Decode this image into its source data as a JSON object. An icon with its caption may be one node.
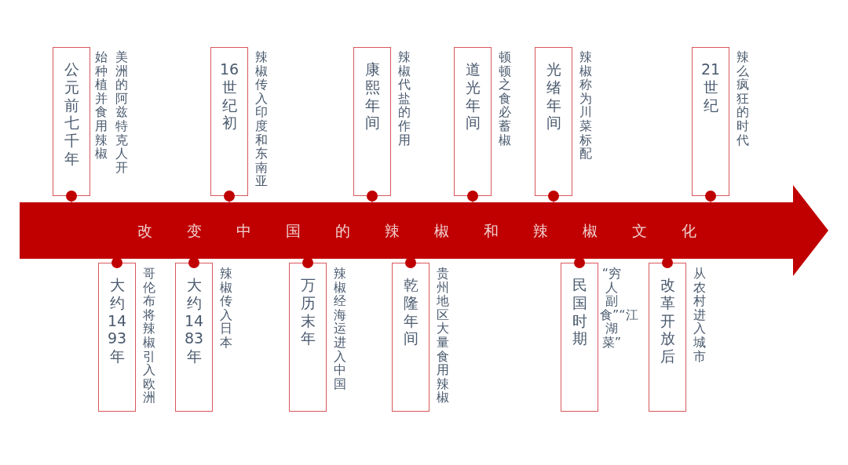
{
  "diagram": {
    "nodes": [
      {
        "text": [
          "改变中国的辣椒和辣椒文化"
        ]
      },
      {
        "text": [
          "公元前七千年"
        ],
        "beside": [
          "美洲的阿兹特克人开始种植并食用辣椒"
        ]
      },
      {
        "text": [
          "大约1493年"
        ],
        "beside": [
          "哥伦布将辣椒引入欧洲"
        ]
      },
      {
        "text": [
          "大约1483年"
        ],
        "beside": [
          "辣椒传入日本"
        ]
      },
      {
        "text": [
          "16 世纪初"
        ],
        "beside": [
          "辣椒传入印度和东南亚"
        ]
      },
      {
        "text": [
          "万历末年"
        ],
        "beside": [
          "辣椒经海运进入中国"
        ]
      },
      {
        "text": [
          "康熙年间"
        ],
        "beside": [
          "辣椒代盐的作用"
        ]
      },
      {
        "text": [
          "乾隆年间"
        ],
        "beside": [
          "贵州地区大量食用辣椒"
        ]
      },
      {
        "text": [
          "道光年间"
        ],
        "beside": [
          "顿顿之食必蓄椒"
        ]
      },
      {
        "text": [
          "光绪年间"
        ],
        "beside": [
          "辣椒称为川菜标配"
        ]
      },
      {
        "text": [
          "民国时期"
        ],
        "beside": [
          "“穷人副食”“江湖菜”"
        ]
      },
      {
        "text": [
          "改革开放后"
        ],
        "beside": [
          "从农村进入城市"
        ]
      },
      {
        "text": [
          "21 世纪"
        ],
        "beside": [
          "辣么疯狂的时代"
        ]
      }
    ],
    "edges": [
      {
        "from": 1,
        "to": 0,
        "arrow": "other"
      },
      {
        "from": 2,
        "to": 0,
        "arrow": "other"
      },
      {
        "from": 3,
        "to": 0,
        "arrow": "other"
      },
      {
        "from": 4,
        "to": 0,
        "arrow": "other"
      },
      {
        "from": 5,
        "to": 0,
        "arrow": "other"
      },
      {
        "from": 6,
        "to": 0,
        "arrow": "other"
      },
      {
        "from": 7,
        "to": 0,
        "arrow": "other"
      },
      {
        "from": 8,
        "to": 0,
        "arrow": "other"
      },
      {
        "from": 9,
        "to": 0,
        "arrow": "other"
      },
      {
        "from": 10,
        "to": 0,
        "arrow": "other"
      },
      {
        "from": 11,
        "to": 0,
        "arrow": "other"
      },
      {
        "from": 12,
        "to": 0,
        "arrow": "other"
      }
    ]
  }
}
